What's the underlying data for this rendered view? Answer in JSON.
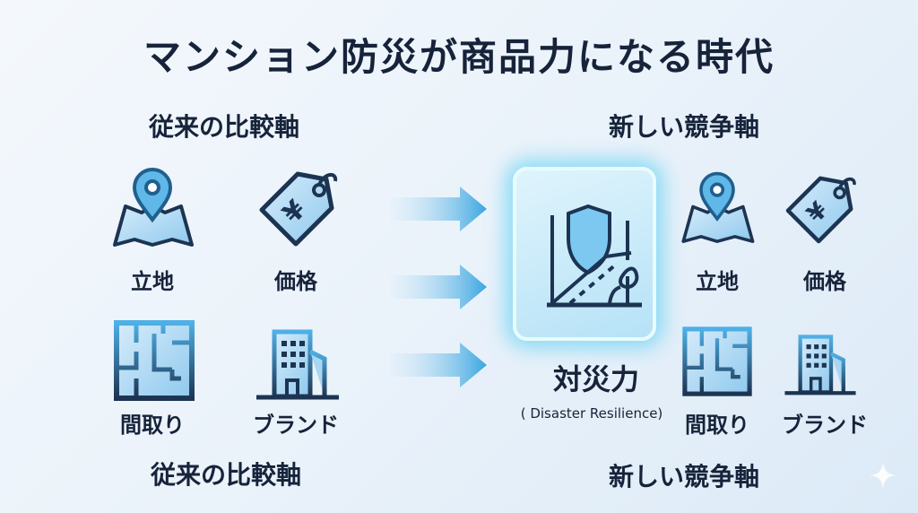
{
  "title": "マンション防災が商品力になる時代",
  "left": {
    "header": "従来の比較軸",
    "footer": "従来の比較軸",
    "items": [
      {
        "label": "立地",
        "icon": "map-pin-icon"
      },
      {
        "label": "価格",
        "icon": "yen-tag-icon"
      },
      {
        "label": "間取り",
        "icon": "floor-plan-icon"
      },
      {
        "label": "ブランド",
        "icon": "building-icon"
      }
    ]
  },
  "center": {
    "label": "対災力",
    "sublabel": "( Disaster Resilience)",
    "icon": "shield-road-icon"
  },
  "right": {
    "header": "新しい競争軸",
    "footer": "新しい競争軸",
    "items": [
      {
        "label": "立地",
        "icon": "map-pin-icon"
      },
      {
        "label": "価格",
        "icon": "yen-tag-icon"
      },
      {
        "label": "間取り",
        "icon": "floor-plan-icon"
      },
      {
        "label": "ブランド",
        "icon": "building-icon"
      }
    ]
  },
  "colors": {
    "ink": "#16233a",
    "accent": "#3aa6e0",
    "glow": "#3cc8f0"
  }
}
